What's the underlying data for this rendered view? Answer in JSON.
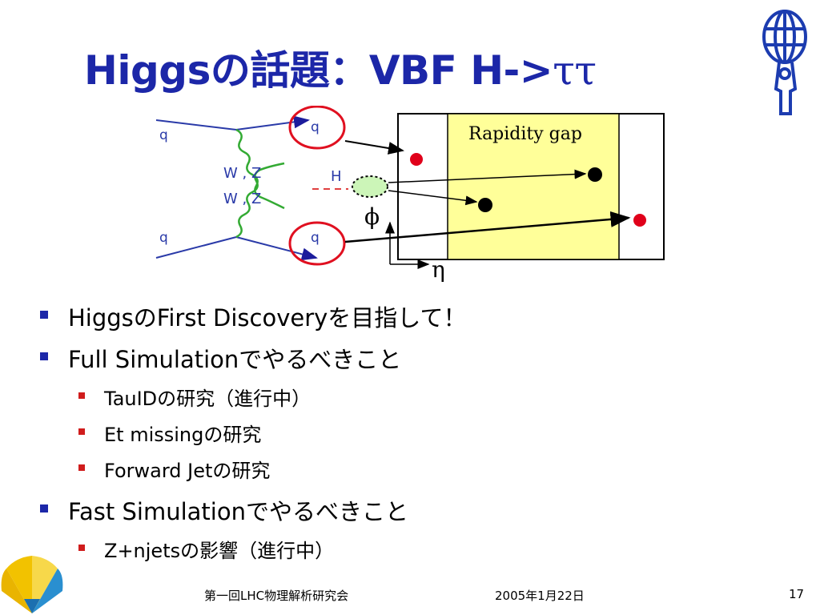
{
  "slide": {
    "title_main": "Higgsの話題：VBF H->",
    "title_tau": "ττ",
    "bullets": [
      {
        "text": "HiggsのFirst Discoveryを目指して！",
        "sub": []
      },
      {
        "text": "Full Simulationでやるべきこと",
        "sub": [
          "TauIDの研究（進行中）",
          "Et missingの研究",
          "Forward Jetの研究"
        ]
      },
      {
        "text": "Fast Simulationでやるべきこと",
        "sub": [
          "Z+njetsの影響（進行中）"
        ]
      }
    ]
  },
  "diagram": {
    "quark_label": "q",
    "boson_label": "W , Z",
    "higgs_label": "H",
    "gap_label": "Rapidity gap",
    "phi_label": "ϕ",
    "eta_label": "η",
    "colors": {
      "gap": "#ffff99",
      "lepton_dot": "#e0001a",
      "jet_dot": "#000000",
      "higgs_blob": "#ccf5b8",
      "arrow": "#1c1c9c",
      "circle": "#e01020",
      "wiggle": "#33aa33"
    }
  },
  "footer": {
    "conference": "第一回LHC物理解析研究会",
    "date": "2005年1月22日",
    "page": "17"
  },
  "colors": {
    "title": "#1c27a8",
    "bullet_l1": "#1c27a8",
    "bullet_l2": "#d01c1c"
  }
}
